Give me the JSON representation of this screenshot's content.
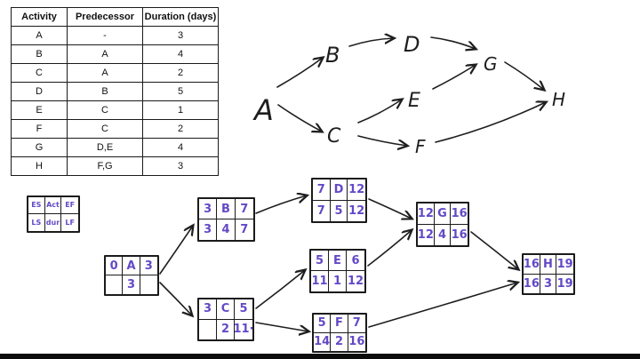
{
  "ink": {
    "black": "#1e1e1e",
    "purple": "#6349c6"
  },
  "activity_table": {
    "headers": [
      "Activity",
      "Predecessor",
      "Duration (days)"
    ],
    "rows": [
      [
        "A",
        "-",
        "3"
      ],
      [
        "B",
        "A",
        "4"
      ],
      [
        "C",
        "A",
        "2"
      ],
      [
        "D",
        "B",
        "5"
      ],
      [
        "E",
        "C",
        "1"
      ],
      [
        "F",
        "C",
        "2"
      ],
      [
        "G",
        "D,E",
        "4"
      ],
      [
        "H",
        "F,G",
        "3"
      ]
    ]
  },
  "legend": {
    "es": "ES",
    "act": "Act",
    "ef": "EF",
    "ls": "LS",
    "dur": "dur",
    "lf": "LF"
  },
  "sketch": {
    "nodes": [
      "A",
      "B",
      "C",
      "D",
      "E",
      "F",
      "G",
      "H"
    ],
    "edges": [
      "A→B",
      "B→D",
      "D→G",
      "A→C",
      "C→E",
      "E→G",
      "C→F",
      "G→H",
      "F→H"
    ]
  },
  "cpm_nodes": {
    "A": {
      "es": "0",
      "act": "A",
      "ef": "3",
      "ls": "",
      "dur": "3",
      "lf": ""
    },
    "B": {
      "es": "3",
      "act": "B",
      "ef": "7",
      "ls": "3",
      "dur": "4",
      "lf": "7"
    },
    "C": {
      "es": "3",
      "act": "C",
      "ef": "5",
      "ls": "",
      "dur": "2",
      "lf": "11·"
    },
    "D": {
      "es": "7",
      "act": "D",
      "ef": "12",
      "ls": "7",
      "dur": "5",
      "lf": "12"
    },
    "E": {
      "es": "5",
      "act": "E",
      "ef": "6",
      "ls": "11",
      "dur": "1",
      "lf": "12"
    },
    "F": {
      "es": "5",
      "act": "F",
      "ef": "7",
      "ls": "14",
      "dur": "2",
      "lf": "16"
    },
    "G": {
      "es": "12",
      "act": "G",
      "ef": "16",
      "ls": "12",
      "dur": "4",
      "lf": "16"
    },
    "H": {
      "es": "16",
      "act": "H",
      "ef": "19",
      "ls": "16",
      "dur": "3",
      "lf": "19"
    }
  }
}
